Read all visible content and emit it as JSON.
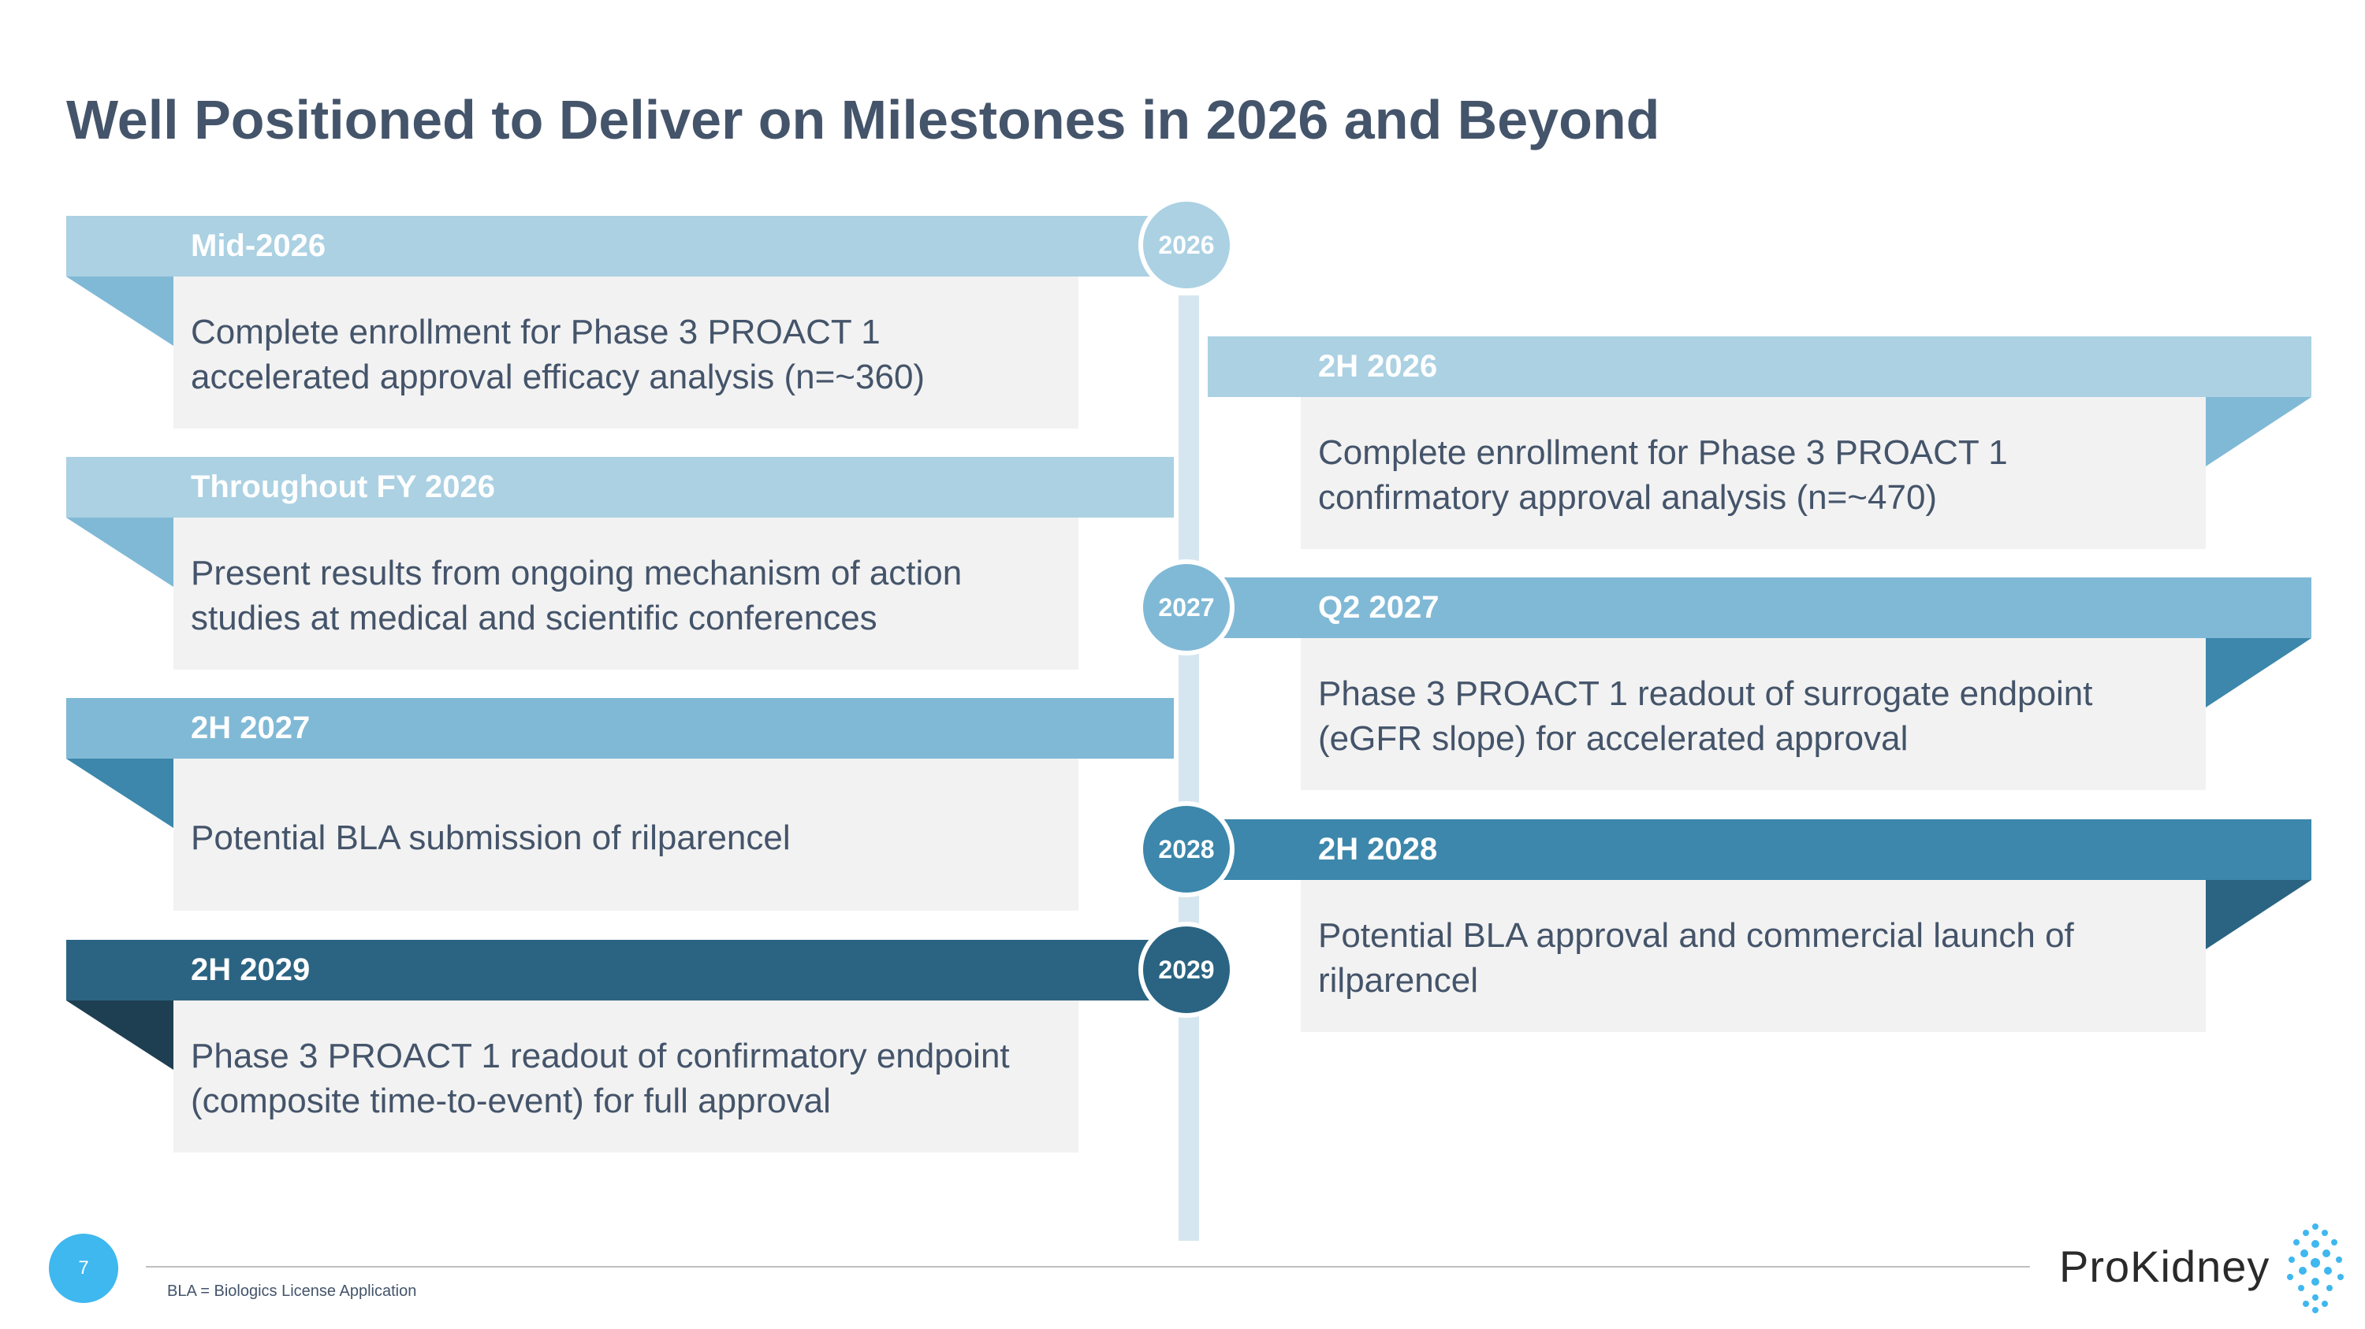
{
  "title": "Well Positioned to Deliver on Milestones in 2026 and Beyond",
  "colors": {
    "c1": "#abd1e3",
    "c2": "#80b9d6",
    "c3": "#3c87ab",
    "c4": "#2b6482",
    "text": "#44546a",
    "card": "#f2f2f2",
    "accent": "#3fb7ef"
  },
  "nodes": [
    "2026",
    "2027",
    "2028",
    "2029"
  ],
  "milestones": {
    "left": [
      {
        "label": "Mid-2026",
        "text": "Complete enrollment for Phase 3 PROACT 1 accelerated approval efficacy analysis (n=~360)"
      },
      {
        "label": "Throughout FY 2026",
        "text": "Present results from ongoing mechanism of action studies at medical and scientific conferences"
      },
      {
        "label": "2H 2027",
        "text": "Potential BLA submission of rilparencel"
      },
      {
        "label": "2H 2029",
        "text": "Phase 3 PROACT 1 readout of confirmatory endpoint (composite time-to-event) for full approval"
      }
    ],
    "right": [
      {
        "label": "2H 2026",
        "text": "Complete enrollment for Phase 3 PROACT 1 confirmatory approval analysis (n=~470)"
      },
      {
        "label": "Q2 2027",
        "text": "Phase 3 PROACT 1 readout of surrogate endpoint (eGFR slope) for accelerated approval"
      },
      {
        "label": "2H 2028",
        "text": "Potential BLA approval and commercial launch of rilparencel"
      }
    ]
  },
  "footer": {
    "page_number": "7",
    "footnote": "BLA = Biologics License Application",
    "logo_text": "ProKidney",
    "logo_icon": "dot-cluster-icon"
  }
}
